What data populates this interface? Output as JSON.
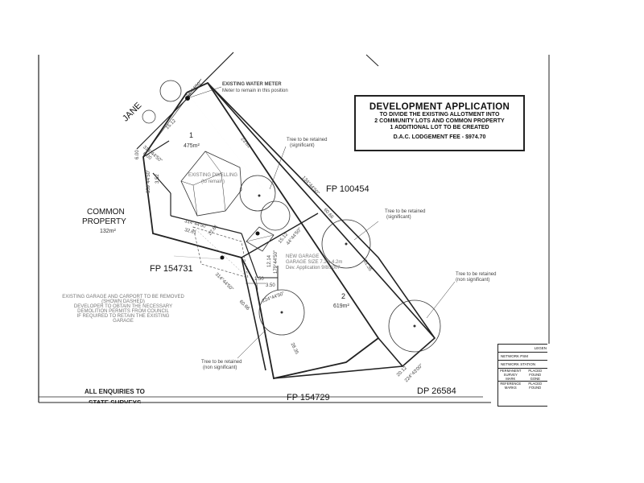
{
  "title": {
    "heading": "DEVELOPMENT APPLICATION",
    "lines": [
      "TO DIVIDE THE EXISTING ALLOTMENT INTO",
      "2 COMMUNITY LOTS AND COMMON PROPERTY",
      "1 ADDITIONAL LOT TO BE CREATED"
    ],
    "fee": "D.A.C. LODGEMENT FEE - $974.70"
  },
  "street": "JANE",
  "water_meter": {
    "title": "EXISTING WATER METER",
    "note": "Meter to remain in this position"
  },
  "lots": [
    {
      "number": "1",
      "area": "475m²"
    },
    {
      "number": "2",
      "area": "619m²"
    }
  ],
  "common_property": {
    "line1": "COMMON",
    "line2": "PROPERTY",
    "area": "132m²"
  },
  "parcels": {
    "north_east": "FP 100454",
    "west": "FP 154731",
    "south": "FP 154729",
    "south_east": "DP 26584"
  },
  "dwelling": {
    "label": "EXISTING DWELLING",
    "note": "(to remain)"
  },
  "garage_note": {
    "lines": [
      "NEW GARAGE",
      "GARAGE SIZE 7.2 x 4.2m",
      "Dev. Application 9/8/2007"
    ]
  },
  "carport_note": {
    "lines": [
      "EXISTING GARAGE AND CARPORT TO BE REMOVED",
      "(SHOWN DASHED)",
      "DEVELOPER TO OBTAIN THE NECESSARY",
      "DEMOLITION PERMITS FROM COUNCIL",
      "IF REQUIRED TO RETAIN THE EXISTING",
      "GARAGE"
    ]
  },
  "trees": [
    {
      "line1": "Tree to be retained",
      "line2": "(significant)"
    },
    {
      "line1": "Tree to be retained",
      "line2": "(significant)"
    },
    {
      "line1": "Tree to be retained",
      "line2": "(non significant)"
    },
    {
      "line1": "Tree to be retained",
      "line2": "(non significant)"
    }
  ],
  "dimensions": {
    "jane_frontage": "15.12",
    "jane_bearing": "44°44'50\"",
    "ne_boundary": "60.66",
    "ne_bearing": "134°44'50\"",
    "lot1_side": "23.61",
    "cp_west": "6.00",
    "cp_bearing1": "314°44'50\"",
    "cp_dim2": "6.00",
    "cp_bearing2": "359°44'50\"",
    "cp_dim3": "3.52",
    "cp_bearing3": "314°44'50\"",
    "cp_dim4": "32.61",
    "inner_dim": "22.61",
    "lot_split": "15.12",
    "lot_split_bearing": "44°44'50\"",
    "inner_bearing2": "179°44'50\"",
    "inner_dim2": "12.14",
    "dim_150": "1.50",
    "dim_350": "3.50",
    "bearing_224": "224°44'50\"",
    "sw_bearing": "314°44'50\"",
    "sw_dim": "60.66",
    "se_dim": "31.35",
    "south_dim": "28.35",
    "se_corner_dim": "20.12",
    "se_corner_bearing": "224°43'00\""
  },
  "enquiries": {
    "line1": "ALL ENQUIRIES TO",
    "line2": "STATE SURVEYS"
  },
  "legend": {
    "header": "LEGEN",
    "rows": [
      "NETWORK PSM",
      "NETWORK STATION"
    ],
    "grid": [
      [
        "PERMANENT",
        "PLACED"
      ],
      [
        "SURVEY",
        "FOUND"
      ],
      [
        "MARK",
        "GONE"
      ],
      [
        "REFERENCE",
        "PLACED"
      ],
      [
        "MARKS",
        "FOUND"
      ]
    ]
  }
}
